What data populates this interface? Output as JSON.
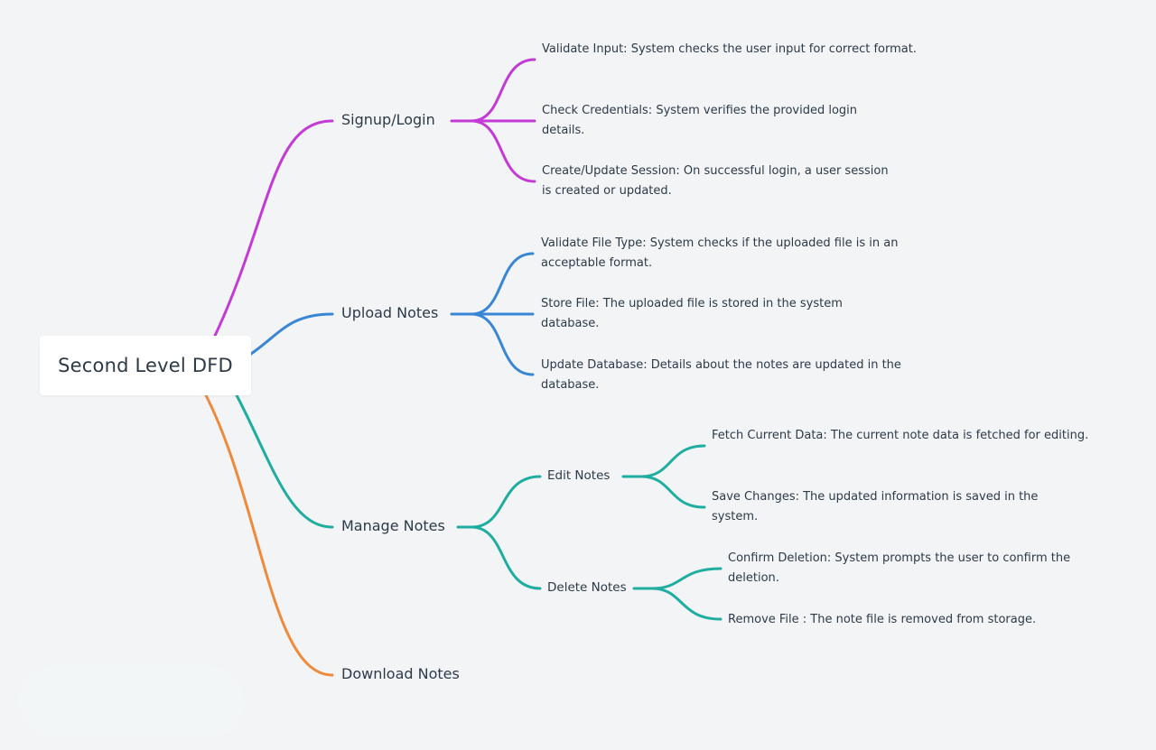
{
  "colors": {
    "signup": "#c33ad6",
    "upload": "#3a86d6",
    "manage": "#1fada0",
    "download": "#ee8a3c",
    "background": "#f2f4f6"
  },
  "root": {
    "label": "Second Level DFD"
  },
  "branches": {
    "signup": {
      "label": "Signup/Login",
      "leaves": [
        "Validate Input: System checks the user input for correct format.",
        "Check Credentials: System verifies the provided login details.",
        "Create/Update Session: On successful login, a user session is created or updated."
      ]
    },
    "upload": {
      "label": "Upload Notes",
      "leaves": [
        "Validate File Type: System checks if the uploaded file is in an acceptable format.",
        "Store File: The uploaded file is stored in the system database.",
        "Update Database: Details about the notes are updated in the database."
      ]
    },
    "manage": {
      "label": "Manage Notes",
      "edit": {
        "label": "Edit Notes",
        "leaves": [
          "Fetch Current Data: The current note data is fetched for editing.",
          "Save Changes: The updated information is saved in the system."
        ]
      },
      "delete": {
        "label": "Delete Notes",
        "leaves": [
          "Confirm Deletion: System prompts the user to confirm the deletion.",
          "Remove File : The note file is removed from storage."
        ]
      }
    },
    "download": {
      "label": "Download Notes"
    }
  }
}
